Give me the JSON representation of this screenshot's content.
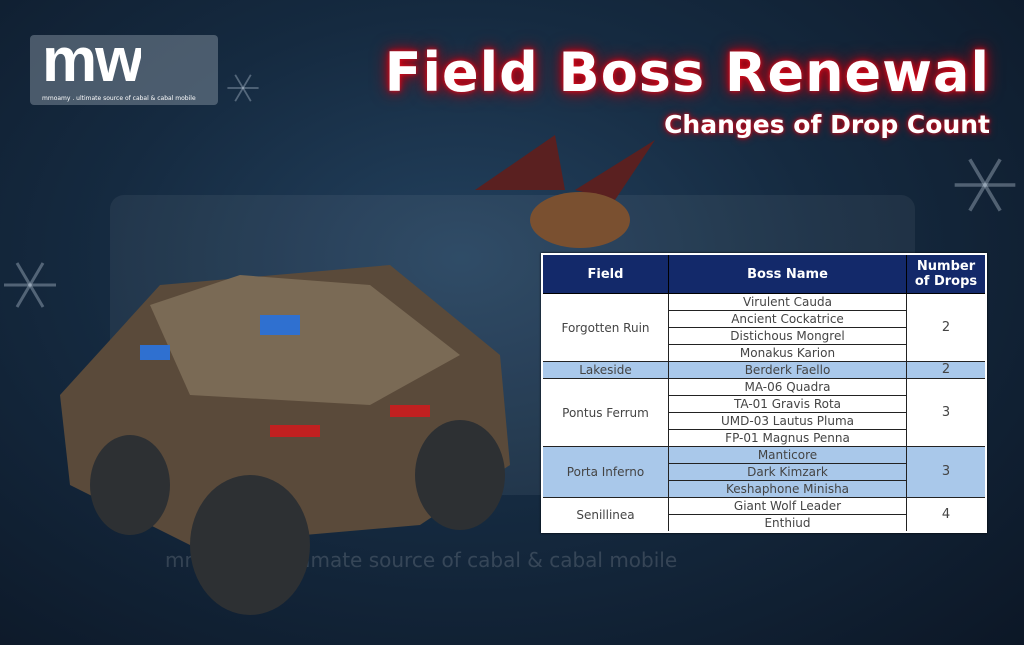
{
  "logo": {
    "mark": "mw",
    "tagline": "mmoamy . ultimate source of cabal & cabal mobile"
  },
  "header": {
    "title": "Field Boss Renewal",
    "subtitle": "Changes of Drop Count"
  },
  "table": {
    "columns": [
      "Field",
      "Boss Name",
      "Number of Drops"
    ],
    "groups": [
      {
        "field": "Forgotten Ruin",
        "bosses": [
          "Virulent Cauda",
          "Ancient Cockatrice",
          "Distichous Mongrel",
          "Monakus Karion"
        ],
        "drops": "2"
      },
      {
        "field": "Lakeside",
        "bosses": [
          "Berderk Faello"
        ],
        "drops": "2"
      },
      {
        "field": "Pontus Ferrum",
        "bosses": [
          "MA-06 Quadra",
          "TA-01 Gravis Rota",
          "UMD-03 Lautus Pluma",
          "FP-01 Magnus Penna"
        ],
        "drops": "3"
      },
      {
        "field": "Porta Inferno",
        "bosses": [
          "Manticore",
          "Dark Kimzark",
          "Keshaphone Minisha"
        ],
        "drops": "3"
      },
      {
        "field": "Senillinea",
        "bosses": [
          "Giant Wolf Leader",
          "Enthiud"
        ],
        "drops": "4"
      }
    ]
  },
  "colors": {
    "header_bg": "#13296a",
    "highlight": "#a9c8ea",
    "glow": "#e01020"
  }
}
